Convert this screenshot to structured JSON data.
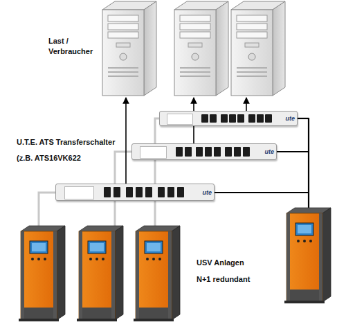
{
  "diagram": {
    "nodes": [
      {
        "text": [
          "ute"
        ]
      },
      {
        "text": [
          "ute"
        ]
      },
      {
        "text": [
          "ute"
        ]
      }
    ],
    "labels": [
      "Last / Verbraucher",
      "U.T.E. ATS Transferschalter",
      "(z.B. ATS16VK622",
      "USV Anlagen",
      "N+1 redundant"
    ]
  }
}
